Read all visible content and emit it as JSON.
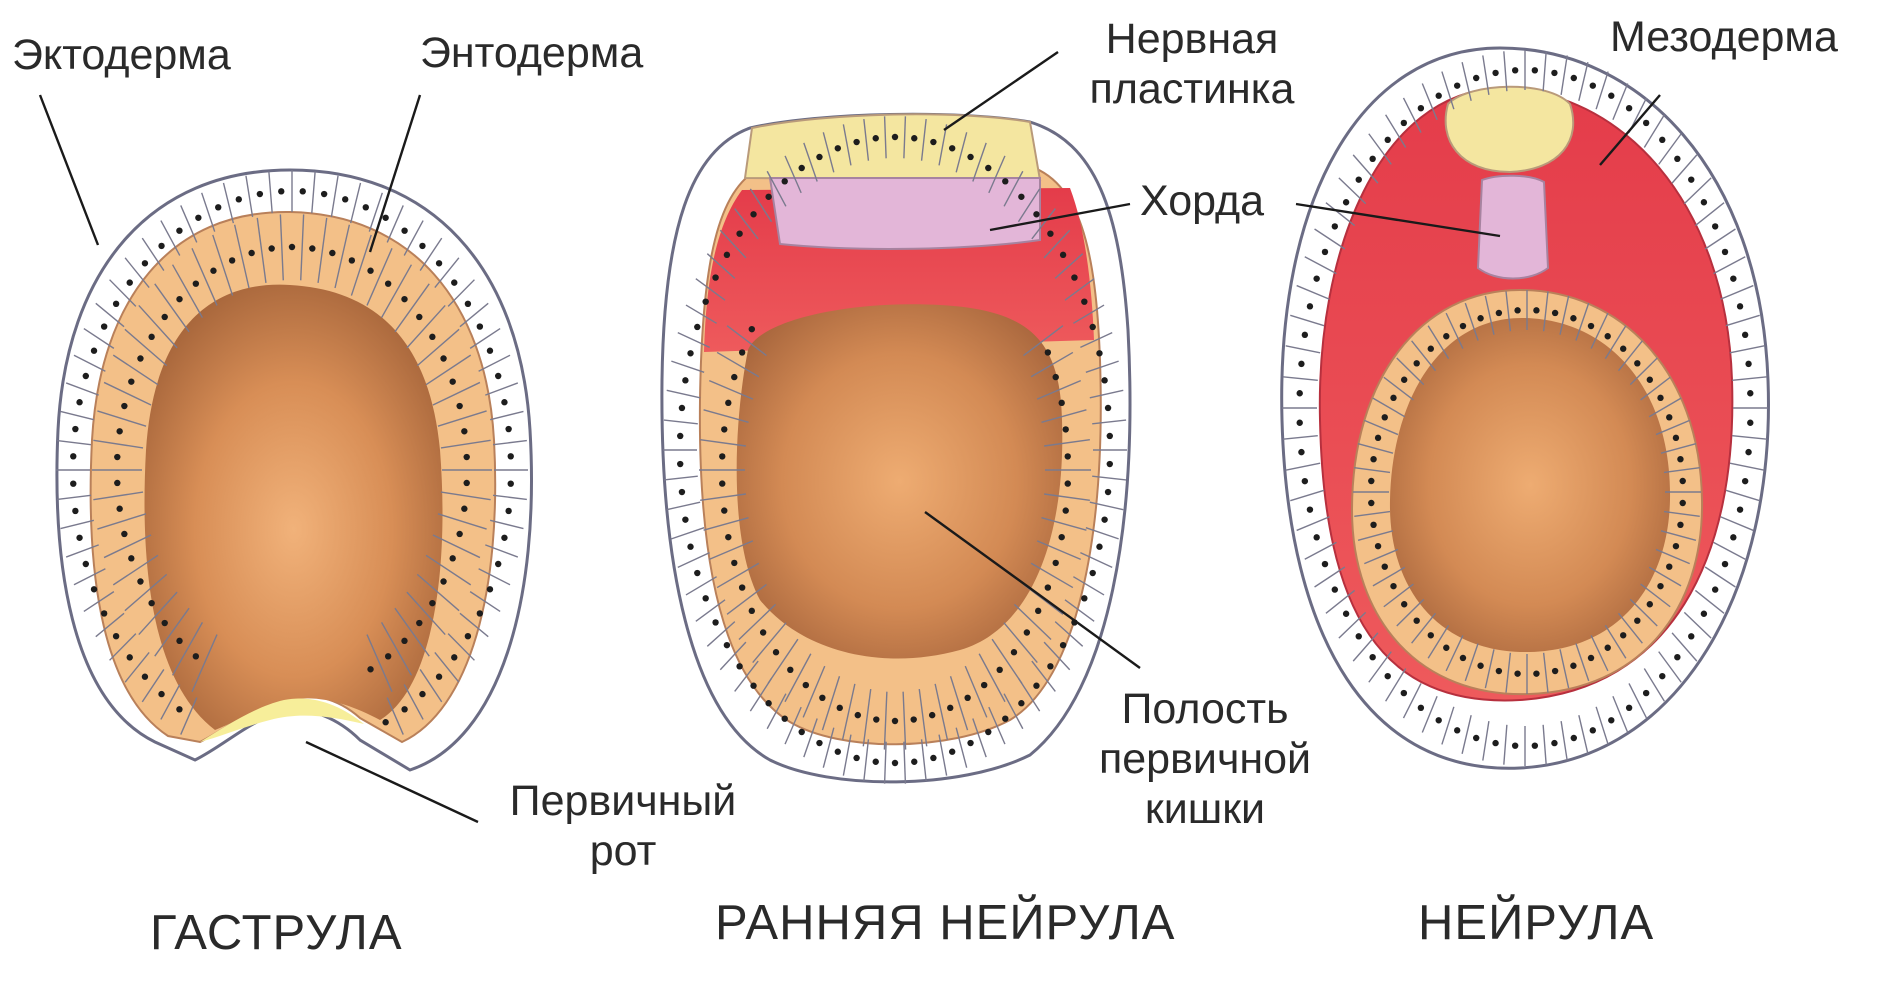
{
  "labels": {
    "ectoderm": "Эктодерма",
    "endoderm": "Энтодерма",
    "neural_plate_1": "Нервная",
    "neural_plate_2": "пластинка",
    "mesoderm": "Мезодерма",
    "notochord": "Хорда",
    "mouth_1": "Первичный",
    "mouth_2": "рот",
    "gut_1": "Полость",
    "gut_2": "первичной",
    "gut_3": "кишки"
  },
  "stages": {
    "gastrula": "ГАСТРУЛА",
    "early_neurula": "РАННЯЯ НЕЙРУЛА",
    "neurula": "НЕЙРУЛА"
  },
  "colors": {
    "ectoderm_cell": "#ffffff",
    "ectoderm_outline": "#7a7a8e",
    "endoderm": "#f2c08a",
    "cavity": "#c9834e",
    "mesoderm": "#e8484f",
    "neural_plate": "#f4e6a0",
    "notochord": "#e3b6d8",
    "nucleus": "#1d1d1d"
  }
}
